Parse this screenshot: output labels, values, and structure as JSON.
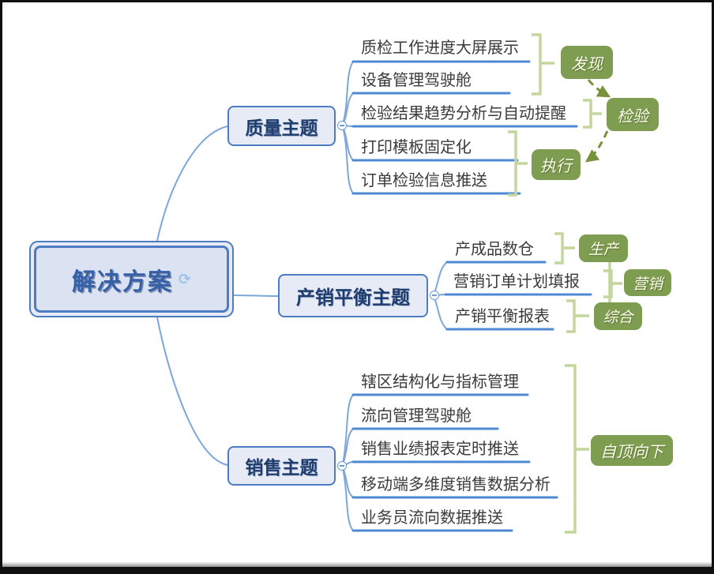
{
  "colors": {
    "branch_line": "#7da7d8",
    "underline": "#4e8ad4",
    "node_border": "#4d7cc3",
    "node_fill": "#e7ebf6",
    "root_fill": "#dbe2f2",
    "root_text": "#3560a8",
    "topic_text": "#1e3c6e",
    "child_text": "#3b3b3b",
    "tag_fill": "#7e9d51",
    "tag_text": "#fbfbef",
    "bracket": "#c3d69b",
    "arrow": "#76933c"
  },
  "icons": {
    "cycle": "⟳"
  },
  "mindmap": {
    "root": {
      "label": "解决方案"
    },
    "branches": [
      {
        "label": "质量主题",
        "children": [
          "质检工作进度大屏展示",
          "设备管理驾驶舱",
          "检验结果趋势分析与自动提醒",
          "打印模板固定化",
          "订单检验信息推送"
        ],
        "tags": [
          "发现",
          "检验",
          "执行"
        ]
      },
      {
        "label": "产销平衡主题",
        "children": [
          "产成品数仓",
          "营销订单计划填报",
          "产销平衡报表"
        ],
        "tags": [
          "生产",
          "营销",
          "综合"
        ]
      },
      {
        "label": "销售主题",
        "children": [
          "辖区结构化与指标管理",
          "流向管理驾驶舱",
          "销售业绩报表定时推送",
          "移动端多维度销售数据分析",
          "业务员流向数据推送"
        ],
        "tags": [
          "自顶向下"
        ]
      }
    ]
  }
}
